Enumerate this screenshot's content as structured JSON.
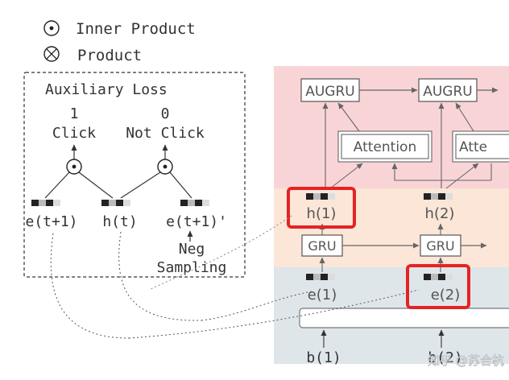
{
  "legend": {
    "inner_product": "Inner Product",
    "product": "Product"
  },
  "auxiliary": {
    "title": "Auxiliary Loss",
    "click_value": "1",
    "click_label": "Click",
    "not_click_value": "0",
    "not_click_label": "Not Click",
    "e_t1": "e(t+1)",
    "h_t": "h(t)",
    "e_t1_neg": "e(t+1)'",
    "neg_line1": "Neg",
    "neg_line2": "Sampling"
  },
  "network": {
    "augru_1": "AUGRU",
    "augru_2": "AUGRU",
    "attention_1": "Attention",
    "attention_2": "Atte",
    "h1": "h(1)",
    "h2": "h(2)",
    "gru_1": "GRU",
    "gru_2": "GRU",
    "e1": "e(1)",
    "e2": "e(2)",
    "b1": "b(1)",
    "b2": "b(2)"
  },
  "colors": {
    "augru_layer": "#f9d4d6",
    "gru_layer": "#fbe6d8",
    "embed_layer": "#dfe6ea",
    "highlight": "#e52323"
  },
  "watermark": "知乎 @苏合杭"
}
